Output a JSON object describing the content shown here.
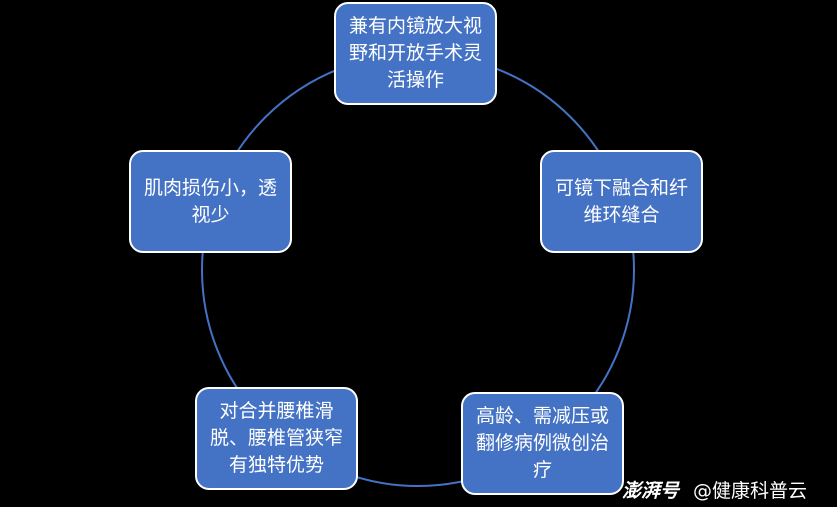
{
  "nodes": [
    {
      "text": "兼有内镜放大视野和开放手术灵活操作"
    },
    {
      "text": "可镜下融合和纤维环缝合"
    },
    {
      "text": "高龄、需减压或翻修病例微创治疗"
    },
    {
      "text": "对合并腰椎滑脱、腰椎管狭窄有独特优势"
    },
    {
      "text": "肌肉损伤小，透视少"
    }
  ],
  "watermark": {
    "logo": "澎湃号",
    "account": "@健康科普云"
  },
  "colors": {
    "node_fill": "#4472c4",
    "ring": "#4472c4",
    "background": "#000000"
  }
}
